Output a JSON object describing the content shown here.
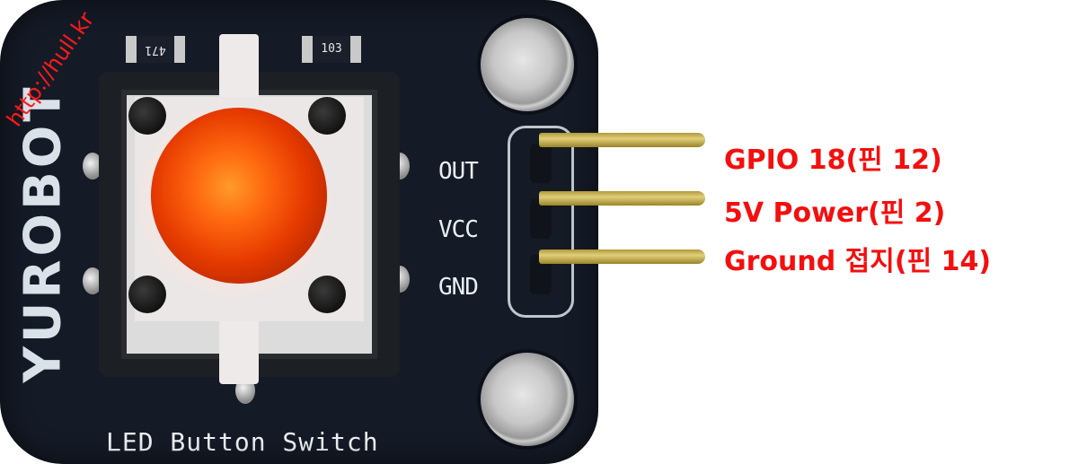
{
  "board": {
    "brand_silkscreen": "YUROBOT",
    "caption_silkscreen": "LED Button Switch",
    "resistor_1_marking": "471",
    "resistor_2_marking": "103",
    "colors": {
      "pcb": "#141a26",
      "silkscreen": "#e9eef2",
      "led_cap": "#e63a00",
      "pin_gold": "#c9b45a",
      "annotation_red": "#f40f0f"
    }
  },
  "header_pins": [
    {
      "silk_label": "OUT",
      "annotation": "GPIO 18(핀 12)"
    },
    {
      "silk_label": "VCC",
      "annotation": "5V Power(핀 2)"
    },
    {
      "silk_label": "GND",
      "annotation": "Ground 접지(핀 14)"
    }
  ],
  "watermark": "http://hull.kr"
}
